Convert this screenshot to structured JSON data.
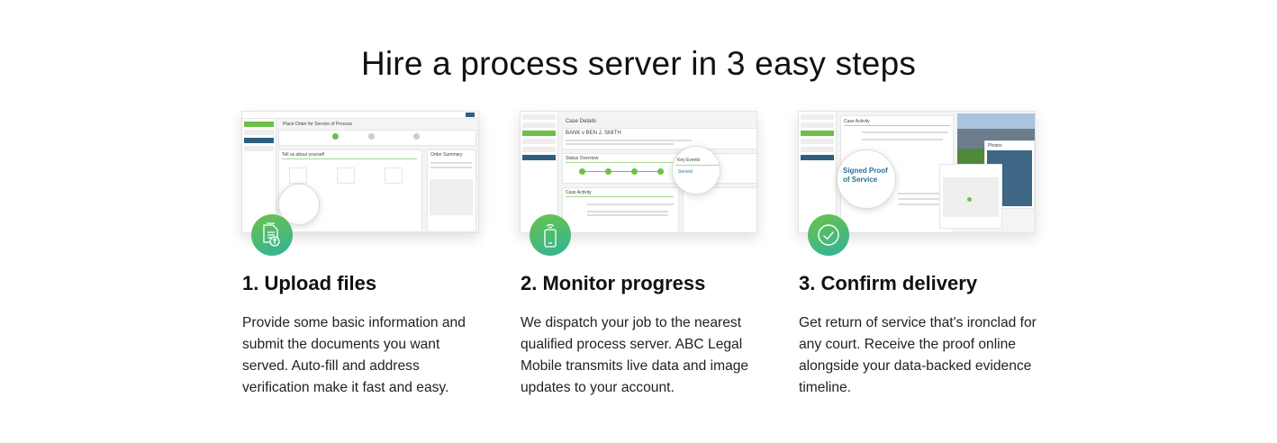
{
  "title": "Hire a process server in 3 easy steps",
  "steps": [
    {
      "heading": "1. Upload files",
      "body": "Provide some basic information and submit the documents you want served. Auto-fill and address verification make it fast and easy.",
      "icon": "document-upload-icon",
      "screenshot": {
        "page_title": "Place Order for Service of Process",
        "section": "Tell us about yourself",
        "summary": "Order Summary"
      }
    },
    {
      "heading": "2. Monitor progress",
      "body": "We dispatch your job to the nearest qualified process server. ABC Legal Mobile transmits live data and image updates to your account.",
      "icon": "mobile-phone-signal-icon",
      "screenshot": {
        "page_title": "Case Details",
        "case": "BANK v BEN J. SMITH",
        "status": "Status Overview",
        "key_events": "Key Events",
        "served": "Served",
        "activity": "Case Activity"
      }
    },
    {
      "heading": "3. Confirm delivery",
      "body": "Get return of service that's ironclad for any court. Receive the proof online alongside your data-backed evidence timeline.",
      "icon": "checkmark-circle-icon",
      "screenshot": {
        "activity": "Case Activity",
        "proof": "Signed Proof of Service",
        "photos": "Photos"
      }
    }
  ],
  "colors": {
    "accent_green": "#6cc04a",
    "badge_gradient_end": "#2fb39a",
    "nav_blue": "#2e5f80"
  }
}
